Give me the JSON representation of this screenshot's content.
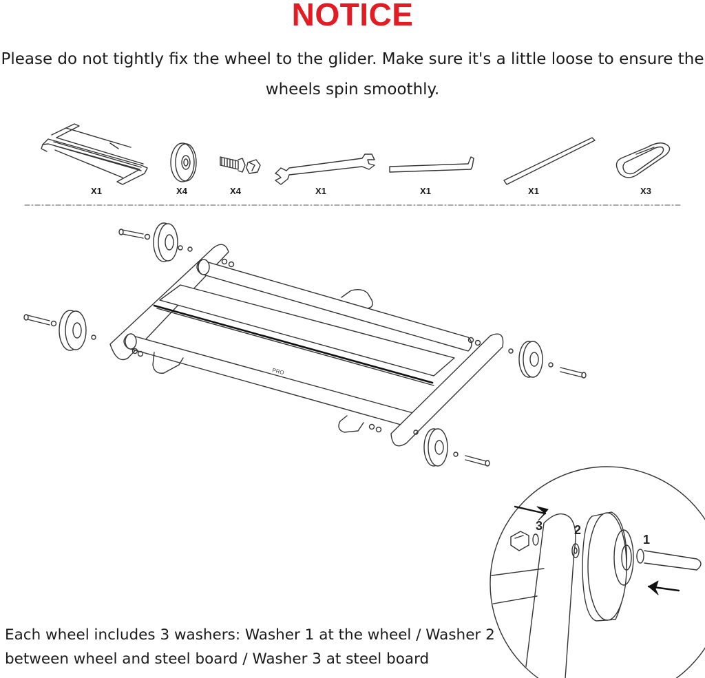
{
  "notice": {
    "title": "NOTICE",
    "title_color": "#e31b23",
    "line1": "Please do not tightly fix the wheel to the glider. Make sure it's a little loose to ensure the",
    "line2": "wheels spin smoothly."
  },
  "parts": [
    {
      "icon": "glider-frame-icon",
      "qty": "X1"
    },
    {
      "icon": "wheel-icon",
      "qty": "X4"
    },
    {
      "icon": "bolt-nut-icon",
      "qty": "X4"
    },
    {
      "icon": "wrench-icon",
      "qty": "X1"
    },
    {
      "icon": "allen-key-icon",
      "qty": "X1"
    },
    {
      "icon": "rod-icon",
      "qty": "X1"
    },
    {
      "icon": "carabiner-icon",
      "qty": "X3"
    }
  ],
  "detail": {
    "washer_1": "1",
    "washer_2": "2",
    "washer_3": "3"
  },
  "caption": {
    "line1": "Each wheel includes 3 washers: Washer 1 at the wheel / Washer 2",
    "line2": "between wheel and steel board / Washer 3 at steel board"
  }
}
